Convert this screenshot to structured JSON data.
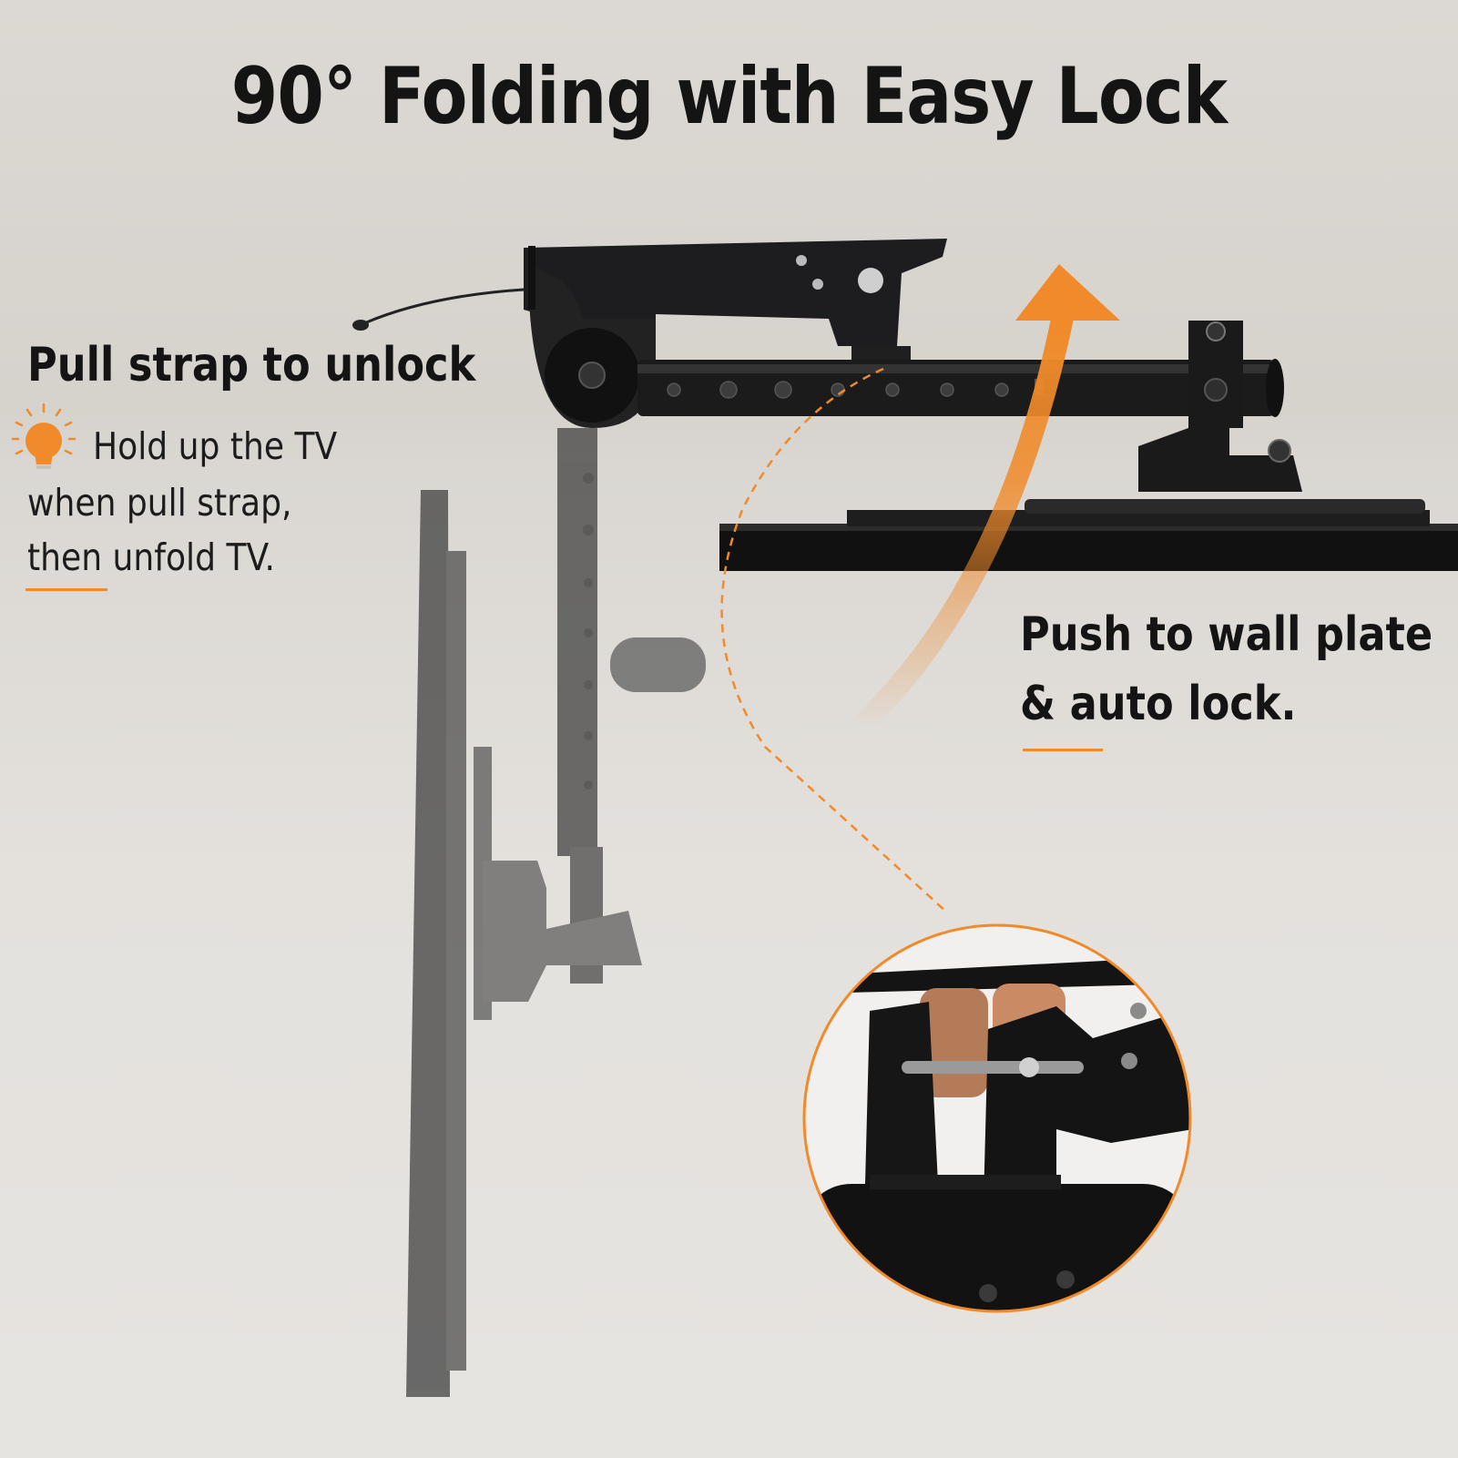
{
  "headline": "90° Folding with Easy Lock",
  "left_callout": {
    "title": "Pull strap to unlock",
    "tip_line_1": "Hold up the TV",
    "tip_line_2": "when pull strap,",
    "tip_line_3": "then unfold TV.",
    "tip_icon": "lightbulb-icon"
  },
  "right_callout": {
    "line_1": "Push to wall plate",
    "line_2": "& auto lock."
  },
  "colors": {
    "accent": "#f08a2a",
    "text": "#141414",
    "metal": "#1d1d1f"
  }
}
